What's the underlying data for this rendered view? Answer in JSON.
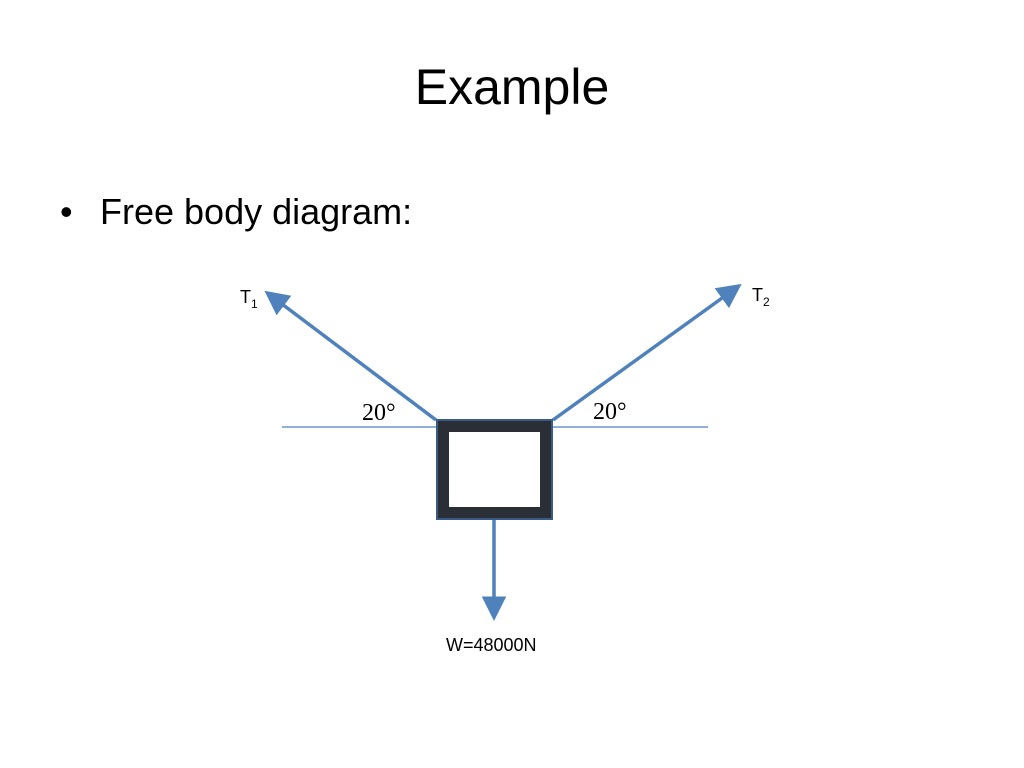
{
  "slide": {
    "title": "Example",
    "bullet": {
      "marker": "•",
      "text": "Free body diagram:"
    }
  },
  "diagram": {
    "forces": {
      "t1": {
        "symbol": "T",
        "subscript": "1"
      },
      "t2": {
        "symbol": "T",
        "subscript": "2"
      },
      "weight": {
        "label": "W=48000N"
      }
    },
    "angles": {
      "left": "20°",
      "right": "20°"
    },
    "colors": {
      "arrow": "#4f81bd",
      "reference_line": "#4f81bd",
      "block_border": "#2a2f36",
      "block_edge": "#3a5a88"
    }
  }
}
